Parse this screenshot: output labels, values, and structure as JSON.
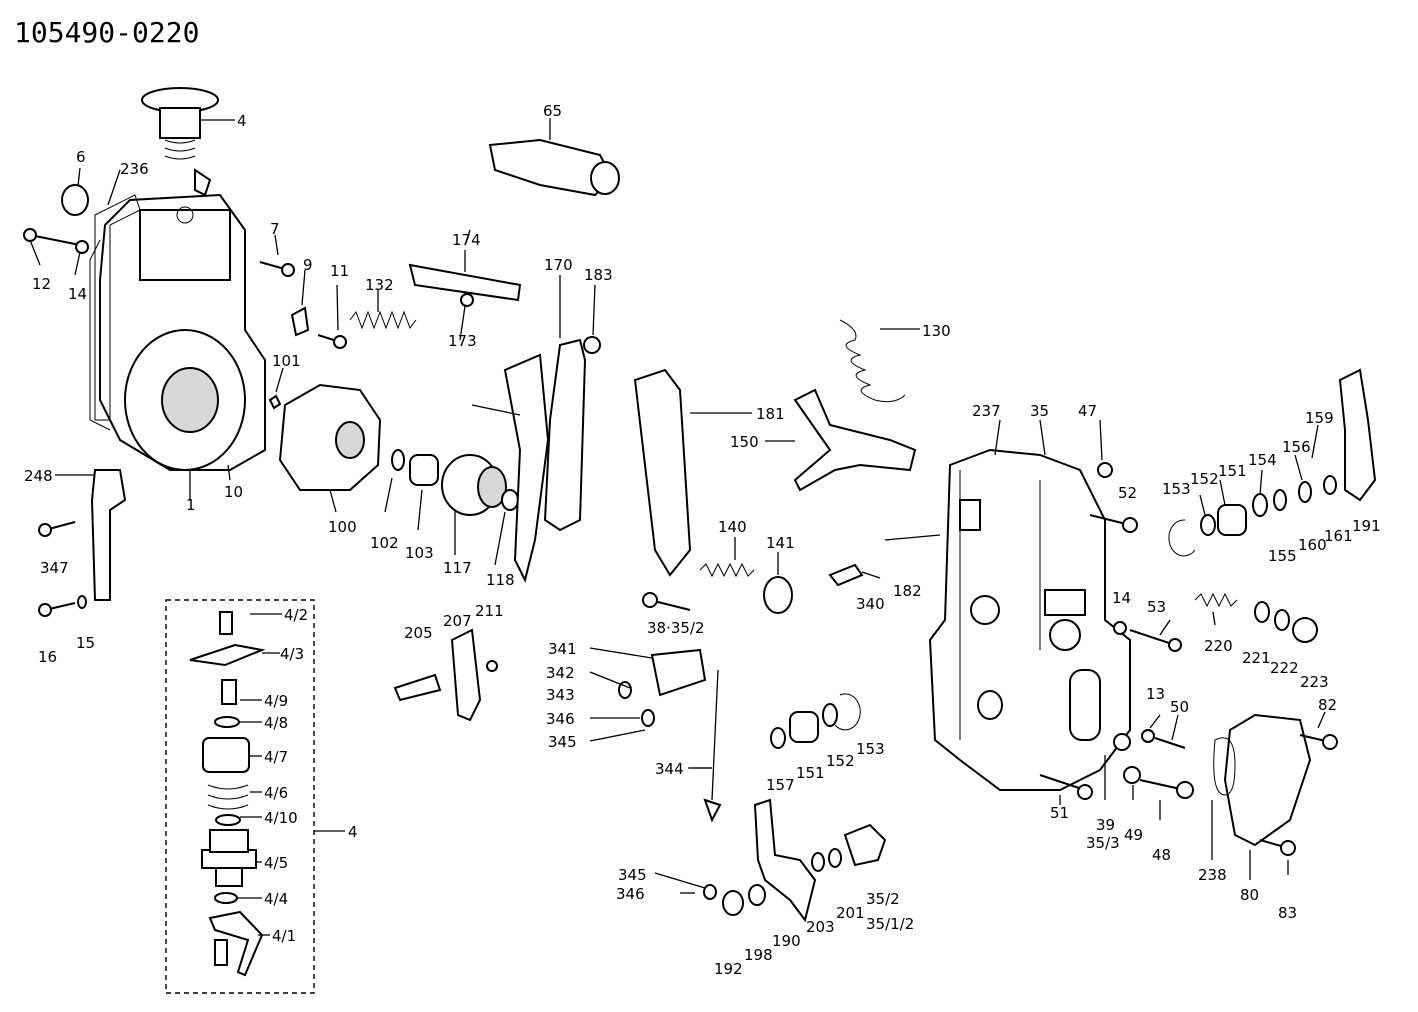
{
  "title": "105490-0220",
  "labels": {
    "l4": "4",
    "l6": "6",
    "l236": "236",
    "l7": "7",
    "l9": "9",
    "l12": "12",
    "l14a": "14",
    "l11": "11",
    "l132": "132",
    "l101": "101",
    "l1": "1",
    "l10": "10",
    "l100": "100",
    "l102": "102",
    "l103": "103",
    "l117": "117",
    "l118": "118",
    "l65": "65",
    "l174": "174",
    "l173": "173",
    "l170": "170",
    "l183": "183",
    "l181": "181",
    "l130": "130",
    "l150": "150",
    "l140": "140",
    "l141": "141",
    "l38": "38·35/2",
    "l340": "340",
    "l182": "182",
    "l237": "237",
    "l35": "35",
    "l47": "47",
    "l52": "52",
    "l153a": "153",
    "l152a": "152",
    "l151a": "151",
    "l154": "154",
    "l159": "159",
    "l156": "156",
    "l155": "155",
    "l160": "160",
    "l161": "161",
    "l191": "191",
    "l248": "248",
    "l347": "347",
    "l16": "16",
    "l15": "15",
    "l4_2": "4/2",
    "l4_3": "4/3",
    "l4_9": "4/9",
    "l4_8": "4/8",
    "l4_7": "4/7",
    "l4_6": "4/6",
    "l4_10": "4/10",
    "l4b": "4",
    "l4_5": "4/5",
    "l4_4": "4/4",
    "l4_1": "4/1",
    "l205": "205",
    "l207": "207",
    "l211": "211",
    "l341": "341",
    "l342": "342",
    "l343": "343",
    "l346a": "346",
    "l345a": "345",
    "l344": "344",
    "l345b": "345",
    "l346b": "346",
    "l192": "192",
    "l198": "198",
    "l190": "190",
    "l203": "203",
    "l201": "201",
    "l35_2": "35/2",
    "l35_1_2": "35/1/2",
    "l157": "157",
    "l151b": "151",
    "l152b": "152",
    "l153b": "153",
    "l14b": "14",
    "l53": "53",
    "l220": "220",
    "l221": "221",
    "l222": "222",
    "l223": "223",
    "l13": "13",
    "l50": "50",
    "l82": "82",
    "l51": "51",
    "l39": "39",
    "l35_3": "35/3",
    "l49": "49",
    "l48": "48",
    "l238": "238",
    "l80": "80",
    "l83": "83"
  }
}
